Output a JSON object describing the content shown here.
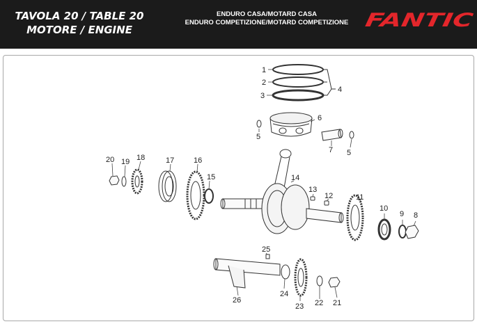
{
  "header": {
    "title_line1": "TAVOLA 20  /  TABLE 20",
    "title_line2": "MOTORE  /  ENGINE",
    "model_line1": "ENDURO CASA/MOTARD CASA",
    "model_line2": "ENDURO COMPETIZIONE/MOTARD COMPETIZIONE",
    "brand": "FANTIC",
    "brand_color": "#e3262b"
  },
  "callouts": {
    "n1": "1",
    "n2": "2",
    "n3": "3",
    "n4": "4",
    "n5a": "5",
    "n5b": "5",
    "n6": "6",
    "n7": "7",
    "n8": "8",
    "n9": "9",
    "n10": "10",
    "n11": "11",
    "n12": "12",
    "n13": "13",
    "n14": "14",
    "n15": "15",
    "n16": "16",
    "n17": "17",
    "n18": "18",
    "n19": "19",
    "n20": "20",
    "n21": "21",
    "n22": "22",
    "n23": "23",
    "n24": "24",
    "n25": "25",
    "n26": "26"
  }
}
